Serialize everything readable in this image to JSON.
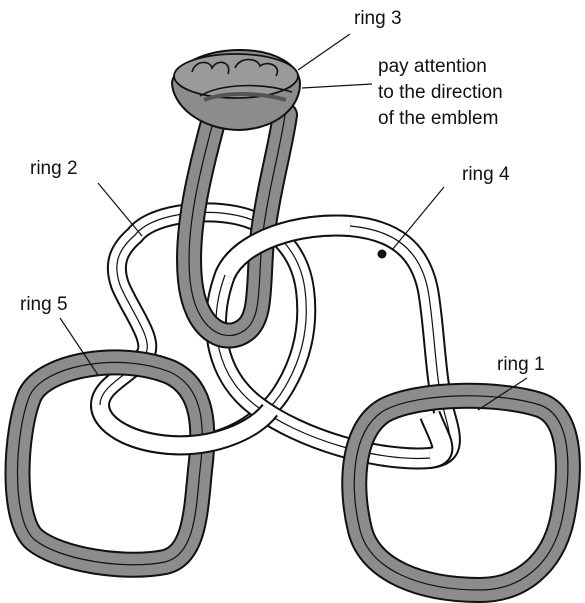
{
  "labels": {
    "ring1": "ring 1",
    "ring2": "ring 2",
    "ring3": "ring 3",
    "ring4": "ring 4",
    "ring5": "ring 5",
    "note": [
      "pay attention",
      "to the direction",
      "of the emblem"
    ]
  },
  "colors": {
    "ring_gray": "#8c8c8c",
    "ring_light": "#ffffff",
    "outline": "#111111"
  }
}
